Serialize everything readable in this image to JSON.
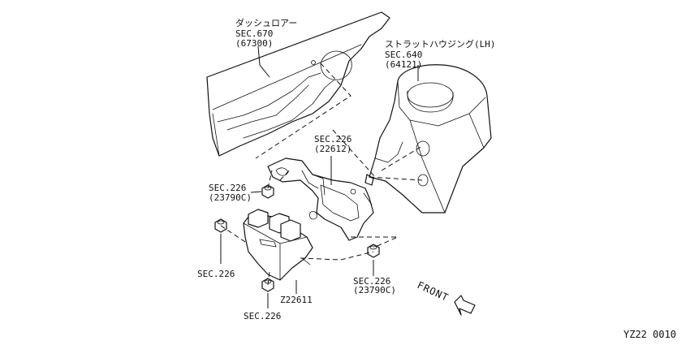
{
  "labels": {
    "dash_lower": {
      "name": "ダッシュロアー",
      "sec": "SEC.670",
      "part": "(67300)"
    },
    "strut_housing": {
      "name": "ストラットハウジング(LH)",
      "sec": "SEC.640",
      "part": "(64121)"
    },
    "bracket": {
      "sec": "SEC.226",
      "part": "(22612)"
    },
    "nut_upper_left": {
      "sec": "SEC.226",
      "part": "(23790C)"
    },
    "nut_right": {
      "sec": "SEC.226",
      "part": "(23790C)"
    },
    "bolt_left": {
      "sec": "SEC.226"
    },
    "bolt_bottom": {
      "sec": "SEC.226"
    },
    "ecm": {
      "part": "Z22611"
    }
  },
  "front_label": "FRONT",
  "diagram_code": "YZ22 0010"
}
